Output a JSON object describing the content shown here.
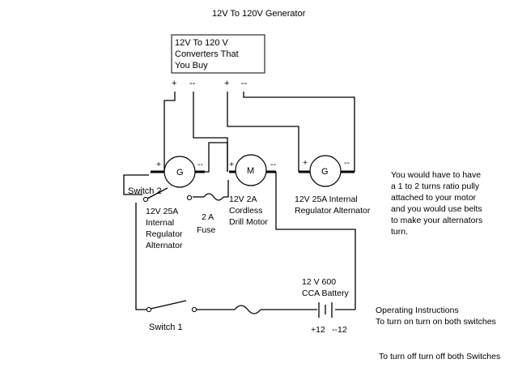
{
  "title": "12V To 120V Generator",
  "converter": {
    "label_lines": [
      "12V To 120 V",
      "Converters That",
      "You Buy"
    ],
    "terminals": [
      "+",
      "--",
      "+",
      "--"
    ]
  },
  "components": {
    "alt1": {
      "symbol": "G",
      "plus": "+",
      "minus": "--",
      "label_lines": [
        "12V 25A",
        "Internal",
        "Regulator",
        "Alternator"
      ]
    },
    "motor": {
      "symbol": "M",
      "plus": "+",
      "minus": "--",
      "label_lines": [
        "12V 2A",
        "Cordless",
        "Drill Motor"
      ]
    },
    "alt2": {
      "symbol": "G",
      "plus": "+",
      "minus": "--",
      "label_lines": [
        "12V 25A Internal",
        "Regulator Alternator"
      ]
    },
    "fuse": {
      "label_lines": [
        "2 A",
        "Fuse"
      ]
    },
    "switch2": {
      "label": "Switch 2"
    },
    "switch1": {
      "label": "Switch 1"
    },
    "battery": {
      "label_lines": [
        "12 V 600",
        "CCA Battery"
      ],
      "plus": "+12",
      "minus": "--12"
    }
  },
  "note_lines": [
    "You would have to have",
    "a 1 to 2 turns ratio pully",
    "attached to your motor",
    "and you would use belts",
    "to make your alternators",
    "turn."
  ],
  "instructions": {
    "heading": "Operating Instructions",
    "on": "To turn on turn on both switches",
    "off": "To turn off turn off both Switches"
  }
}
